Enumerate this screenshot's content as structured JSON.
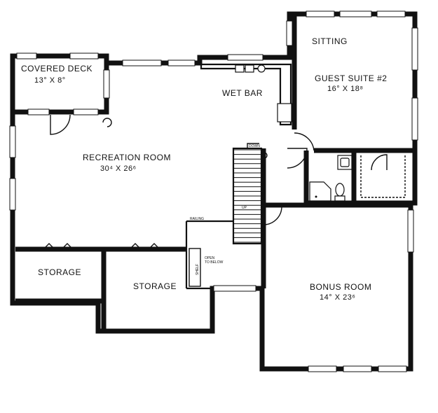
{
  "rooms": {
    "covered_deck": {
      "name": "COVERED DECK",
      "size": "13° X 8°"
    },
    "wet_bar": {
      "name": "WET BAR"
    },
    "sitting": {
      "name": "SITTING"
    },
    "guest_suite": {
      "name": "GUEST SUITE #2",
      "size": "16° X 18⁸"
    },
    "recreation_room": {
      "name": "RECREATION ROOM",
      "size": "30⁴ X 26⁶"
    },
    "storage_left": {
      "name": "STORAGE"
    },
    "storage_right": {
      "name": "STORAGE"
    },
    "bonus_room": {
      "name": "BONUS ROOM",
      "size": "14° X 23⁶"
    }
  },
  "notes": {
    "dn": "DOWN",
    "up": "UP",
    "railing": "RAILING",
    "shelf": "SHELF",
    "open_to_below_1": "OPEN",
    "open_to_below_2": "TO BELOW"
  }
}
